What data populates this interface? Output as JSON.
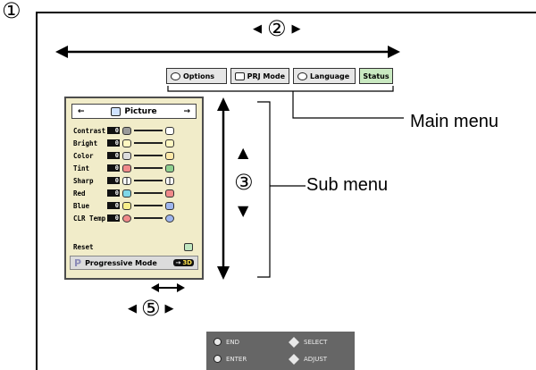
{
  "markers": {
    "step1": "①",
    "step2": "②",
    "step3": "③",
    "step5": "⑤"
  },
  "labels": {
    "main_menu": "Main menu",
    "sub_menu": "Sub menu"
  },
  "main_menu": {
    "tabs": [
      {
        "label": "Options",
        "icon": "options-icon"
      },
      {
        "label": "PRJ Mode",
        "icon": "projector-mode-icon"
      },
      {
        "label": "Language",
        "icon": "language-bubble-icon"
      },
      {
        "label": "Status",
        "highlight": "#c9e9c1"
      }
    ]
  },
  "sub_menu": {
    "title": "Picture",
    "rows": [
      {
        "label": "Contrast",
        "value": "0",
        "left_color": "#9a9a9a",
        "right_color": "#ffffff"
      },
      {
        "label": "Bright",
        "value": "0",
        "left_color": "#fff7c2",
        "right_color": "#fff7c2"
      },
      {
        "label": "Color",
        "value": "0",
        "left_color": "#dddddd",
        "right_color": "#ffe9a8"
      },
      {
        "label": "Tint",
        "value": "0",
        "left_color": "#f08a8a",
        "right_color": "#8fd08f"
      },
      {
        "label": "Sharp",
        "value": "0",
        "left_color": "#ffffff",
        "right_color": "#ffffff"
      },
      {
        "label": "Red",
        "value": "0",
        "left_color": "#7fd7e8",
        "right_color": "#f08a8a"
      },
      {
        "label": "Blue",
        "value": "0",
        "left_color": "#f7ef8a",
        "right_color": "#9fb6ee"
      },
      {
        "label": "CLR Temp",
        "value": "0",
        "left_color": "#f08a8a",
        "right_color": "#9fb6ee"
      }
    ],
    "reset": "Reset",
    "progressive_icon": "P",
    "progressive": "Progressive Mode",
    "progressive_arrow": "→",
    "progressive_badge": "3D"
  },
  "guide": {
    "end": "END",
    "enter": "ENTER",
    "select": "SELECT",
    "adjust": "ADJUST"
  }
}
